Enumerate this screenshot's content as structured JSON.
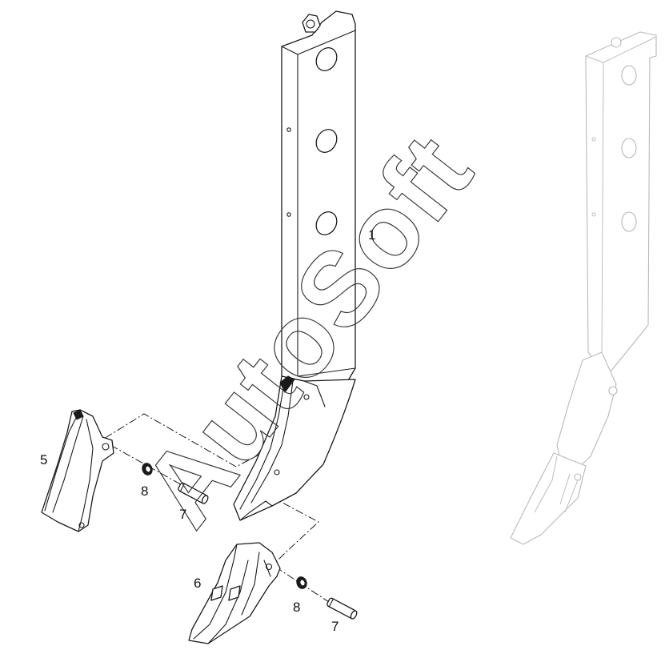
{
  "watermark": "AutoSoft",
  "callouts": [
    {
      "id": "shank",
      "label": "1"
    },
    {
      "id": "shank-protector",
      "label": "5"
    },
    {
      "id": "tip",
      "label": "6"
    },
    {
      "id": "pin-upper",
      "label": "7"
    },
    {
      "id": "pin-lower",
      "label": "7"
    },
    {
      "id": "retainer-upper",
      "label": "8"
    },
    {
      "id": "retainer-lower",
      "label": "8"
    }
  ],
  "colors": {
    "line": "#1a1a1a",
    "ghost": "#b9b9b9",
    "background": "#ffffff"
  }
}
